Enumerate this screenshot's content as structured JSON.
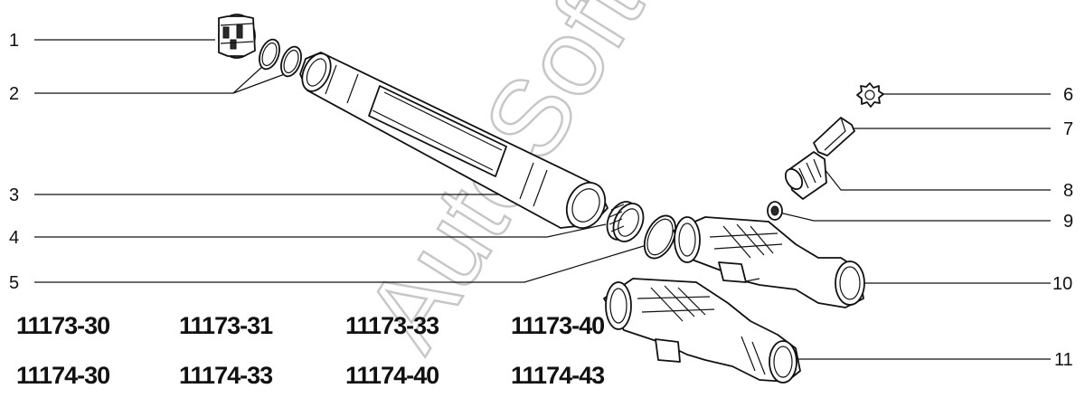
{
  "watermark": "AutoSoft",
  "callouts": {
    "left": [
      "1",
      "2",
      "3",
      "4",
      "5"
    ],
    "right": [
      "6",
      "7",
      "8",
      "9",
      "10",
      "11"
    ]
  },
  "codes": {
    "row1": [
      "11173-30",
      "11173-31",
      "11173-33",
      "11173-40"
    ],
    "row2": [
      "11174-30",
      "11174-33",
      "11174-40",
      "11174-43"
    ]
  }
}
